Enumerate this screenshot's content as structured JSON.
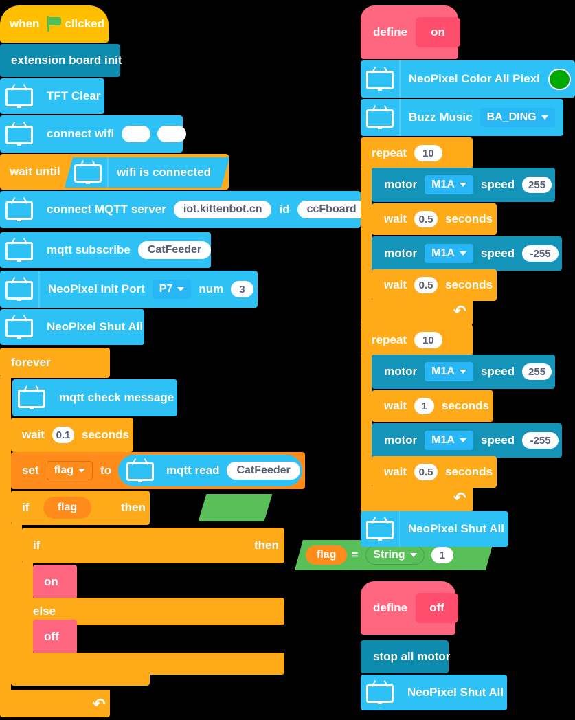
{
  "workspace": {
    "title": "Kittenbot block program workspace",
    "colors": {
      "event": "#FFBF00",
      "control": "#FFAB19",
      "variable": "#FF8C1A",
      "iot": "#2EC1F5",
      "board": "#0E8CB0",
      "motor": "#1394B8",
      "custom": "#FF6680",
      "operator": "#59C059",
      "neopixel_swatch": "#00A800"
    }
  },
  "scripts": {
    "main": {
      "hat": {
        "word1": "when",
        "icon": "green-flag-icon",
        "word2": "clicked"
      },
      "board_init": {
        "label": "extension board init"
      },
      "tft_clear": {
        "label": "TFT Clear",
        "icon": "tv-screen-icon"
      },
      "connect_wifi": {
        "label": "connect wifi",
        "icon": "tv-screen-icon",
        "ssid": "",
        "password": ""
      },
      "wait_until": {
        "label": "wait until",
        "condition": "wifi is connected",
        "icon": "tv-screen-icon"
      },
      "connect_mqtt": {
        "label": "connect MQTT server",
        "icon": "tv-screen-icon",
        "server": "iot.kittenbot.cn",
        "id_label": "id",
        "id_value": "ccFboard"
      },
      "mqtt_subscribe": {
        "label": "mqtt subscribe",
        "icon": "tv-screen-icon",
        "topic": "CatFeeder"
      },
      "neopixel_init": {
        "label": "NeoPixel Init Port",
        "icon": "tv-screen-icon",
        "port": "P7",
        "num_label": "num",
        "num": "3"
      },
      "neopixel_shut": {
        "label": "NeoPixel Shut All",
        "icon": "tv-screen-icon"
      },
      "forever": {
        "label": "forever"
      },
      "mqtt_check": {
        "label": "mqtt check message",
        "icon": "tv-screen-icon"
      },
      "wait": {
        "label": "wait",
        "value": "0.1",
        "unit": "seconds"
      },
      "set_flag": {
        "label": "set",
        "variable": "flag",
        "to_label": "to",
        "value_block": {
          "label": "mqtt read",
          "icon": "tv-screen-icon",
          "topic": "CatFeeder"
        }
      },
      "if_outer": {
        "label": "if",
        "condition": "flag",
        "then_label": "then"
      },
      "if_inner": {
        "label": "if",
        "left": "flag",
        "operator": "=",
        "right_type": "String",
        "right_value": "1",
        "then_label": "then",
        "else_label": "else"
      },
      "call_on": {
        "label": "on"
      },
      "call_off": {
        "label": "off"
      }
    },
    "define_on": {
      "hat": {
        "define_label": "define",
        "name": "on"
      },
      "neopixel_color": {
        "label": "NeoPixel Color All Piexl",
        "icon": "tv-screen-icon",
        "color": "#00A800"
      },
      "buzz": {
        "label": "Buzz Music",
        "icon": "tv-screen-icon",
        "tune": "BA_DING"
      },
      "repeat1": {
        "label": "repeat",
        "times": "10",
        "steps": [
          {
            "kind": "motor",
            "label": "motor",
            "port": "M1A",
            "speed_label": "speed",
            "speed": "255"
          },
          {
            "kind": "wait",
            "label": "wait",
            "value": "0.5",
            "unit": "seconds"
          },
          {
            "kind": "motor",
            "label": "motor",
            "port": "M1A",
            "speed_label": "speed",
            "speed": "-255"
          },
          {
            "kind": "wait",
            "label": "wait",
            "value": "0.5",
            "unit": "seconds"
          }
        ]
      },
      "repeat2": {
        "label": "repeat",
        "times": "10",
        "steps": [
          {
            "kind": "motor",
            "label": "motor",
            "port": "M1A",
            "speed_label": "speed",
            "speed": "255"
          },
          {
            "kind": "wait",
            "label": "wait",
            "value": "1",
            "unit": "seconds"
          },
          {
            "kind": "motor",
            "label": "motor",
            "port": "M1A",
            "speed_label": "speed",
            "speed": "-255"
          },
          {
            "kind": "wait",
            "label": "wait",
            "value": "0.5",
            "unit": "seconds"
          }
        ]
      },
      "neopixel_shut": {
        "label": "NeoPixel Shut All",
        "icon": "tv-screen-icon"
      }
    },
    "define_off": {
      "hat": {
        "define_label": "define",
        "name": "off"
      },
      "stop_motor": {
        "label": "stop all motor"
      },
      "neopixel_shut": {
        "label": "NeoPixel Shut All",
        "icon": "tv-screen-icon"
      }
    }
  }
}
